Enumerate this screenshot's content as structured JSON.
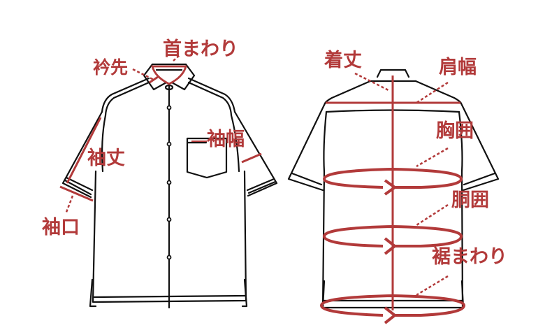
{
  "colors": {
    "accent": "#b23a3a",
    "outline": "#111111",
    "background": "#ffffff"
  },
  "front_view": {
    "labels": {
      "neck": "首まわり",
      "collar_tip": "衿先",
      "sleeve_width": "袖幅",
      "sleeve_length": "袖丈",
      "cuff": "袖口"
    }
  },
  "back_view": {
    "labels": {
      "body_length": "着丈",
      "shoulder_width": "肩幅",
      "chest": "胸囲",
      "waist": "胴囲",
      "hem": "裾まわり"
    }
  }
}
